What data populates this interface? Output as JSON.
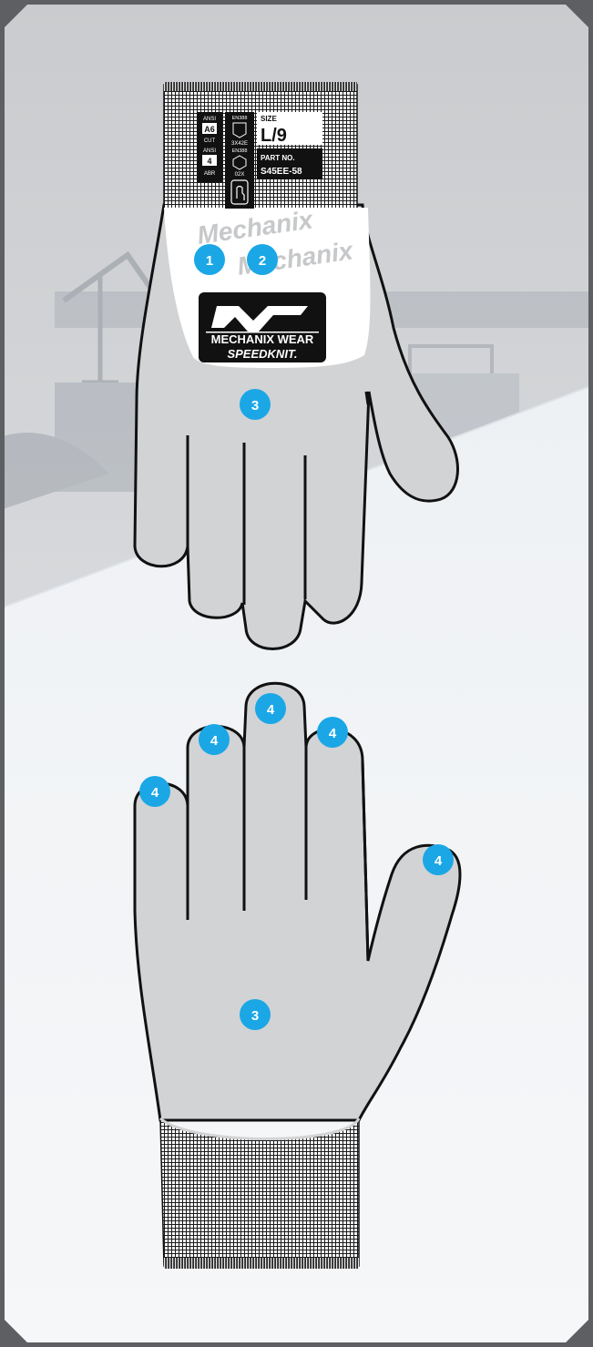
{
  "tag": {
    "ansi_top": "ANSI",
    "ansi_cut_level": "A6",
    "ansi_cut_label": "CUT",
    "ansi_abr_top": "ANSI",
    "ansi_abr_level": "4",
    "ansi_abr_label": "ABR",
    "en_top": "EN388",
    "en_top_code": "3X42E",
    "en_bottom": "EN388",
    "en_bottom_code": "02X",
    "size_label": "SIZE",
    "size_value": "L/9",
    "part_label": "PART NO.",
    "part_value": "S45EE-58"
  },
  "cuff_print": {
    "text_a": "Mechanix",
    "text_b": "Mechanix"
  },
  "logo": {
    "brand": "MECHANIX WEAR",
    "product": "SPEEDKNIT."
  },
  "callouts": {
    "c1": "1",
    "c2": "2",
    "c3_back": "3",
    "c3_palm": "3",
    "c4_pinky": "4",
    "c4_ring": "4",
    "c4_middle": "4",
    "c4_index": "4",
    "c4_thumb": "4"
  },
  "colors": {
    "callout": "#1ba7e6",
    "glove": "#d2d3d5",
    "outline": "#111111",
    "frame": "#5d5f62"
  }
}
